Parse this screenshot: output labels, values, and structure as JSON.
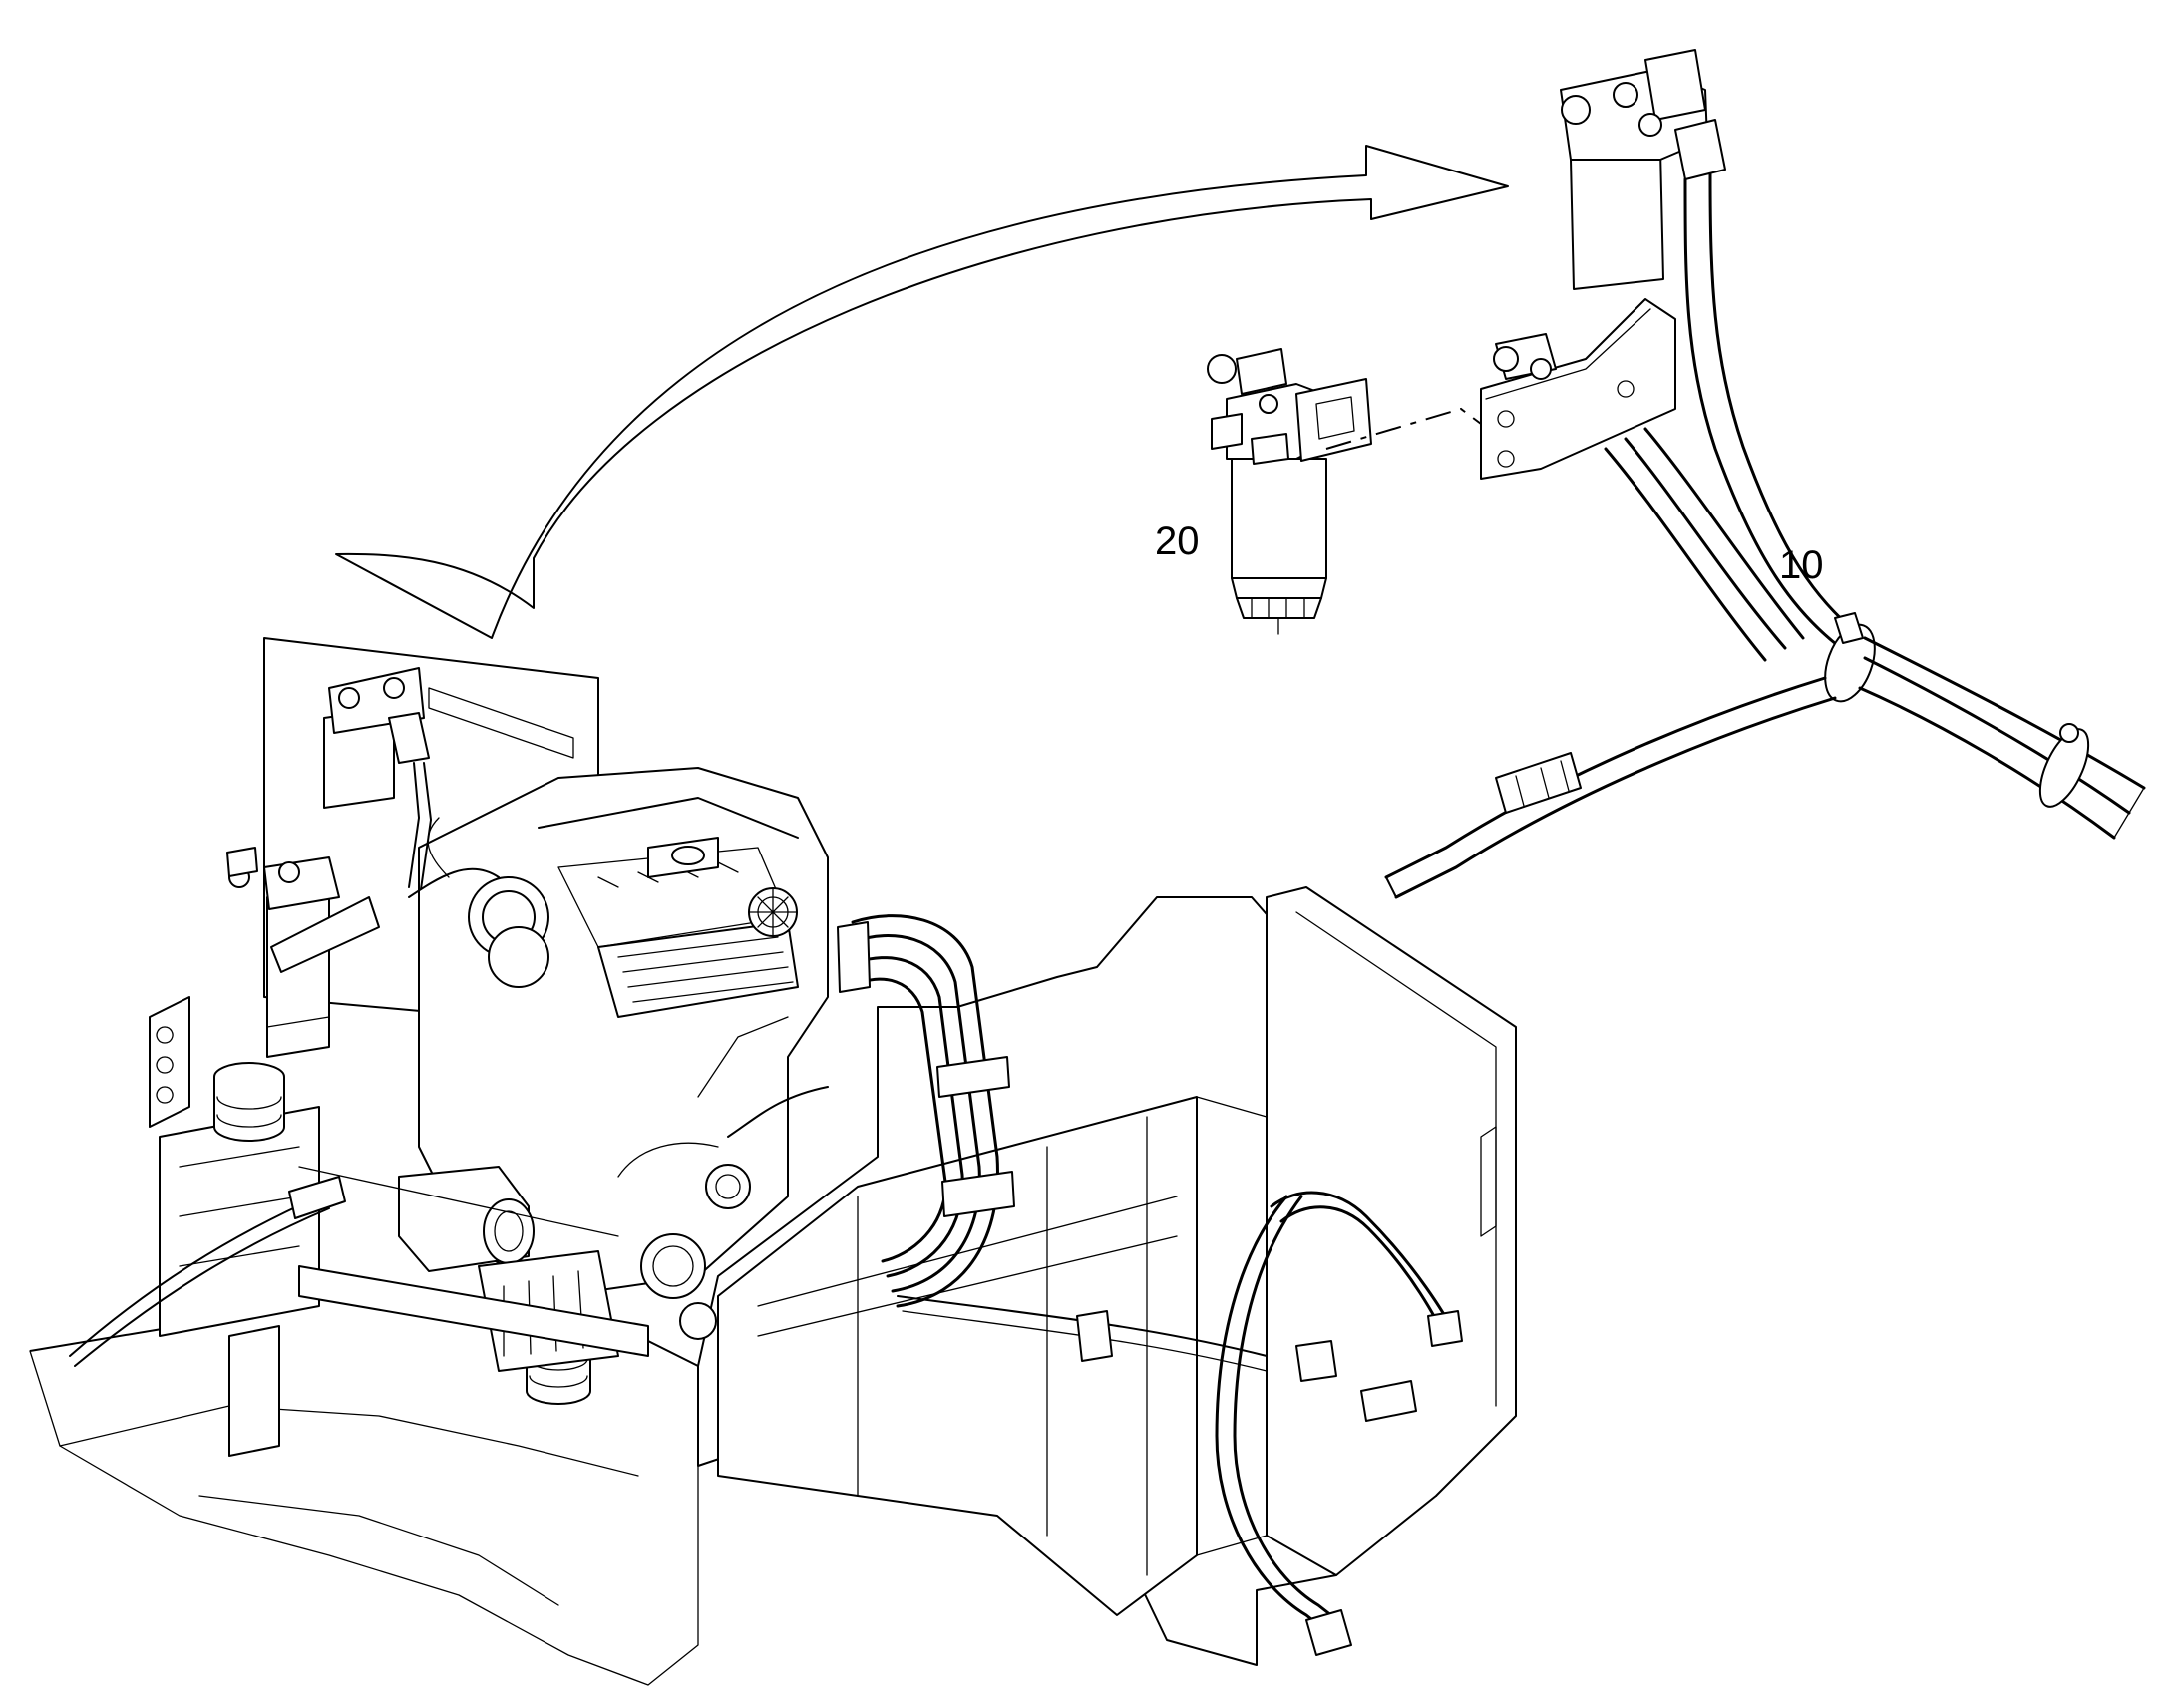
{
  "figure": {
    "callouts": [
      {
        "id": "item-10",
        "label": "10"
      },
      {
        "id": "item-20",
        "label": "20"
      }
    ],
    "colors": {
      "line": "#000000",
      "background": "#ffffff"
    }
  }
}
